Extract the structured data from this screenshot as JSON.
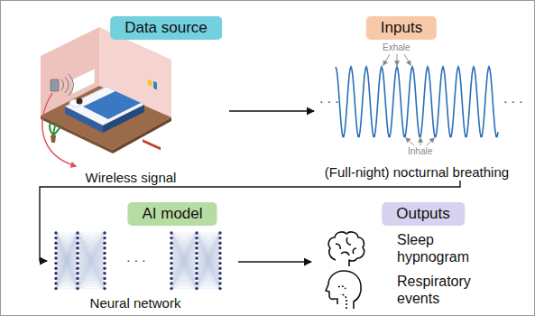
{
  "diagram": {
    "nodes": [
      {
        "text": [
          "Data source",
          "Wireless signal"
        ]
      },
      {
        "text": [
          "Inputs",
          "(Full-night) nocturnal breathing"
        ]
      },
      {
        "text": [
          "AI model",
          "Neural network"
        ]
      },
      {
        "text": [
          "Outputs",
          "Sleep hypnogram",
          "Respiratory events"
        ]
      }
    ],
    "edges": [
      {
        "from": 0,
        "to": 1,
        "arrow": "to"
      },
      {
        "from": 1,
        "to": 2,
        "arrow": "to"
      },
      {
        "from": 2,
        "to": 3,
        "arrow": "to"
      }
    ],
    "labels": [
      "Exhale",
      "Inhale",
      "· · ·",
      "· · ·",
      "· · ·"
    ]
  }
}
